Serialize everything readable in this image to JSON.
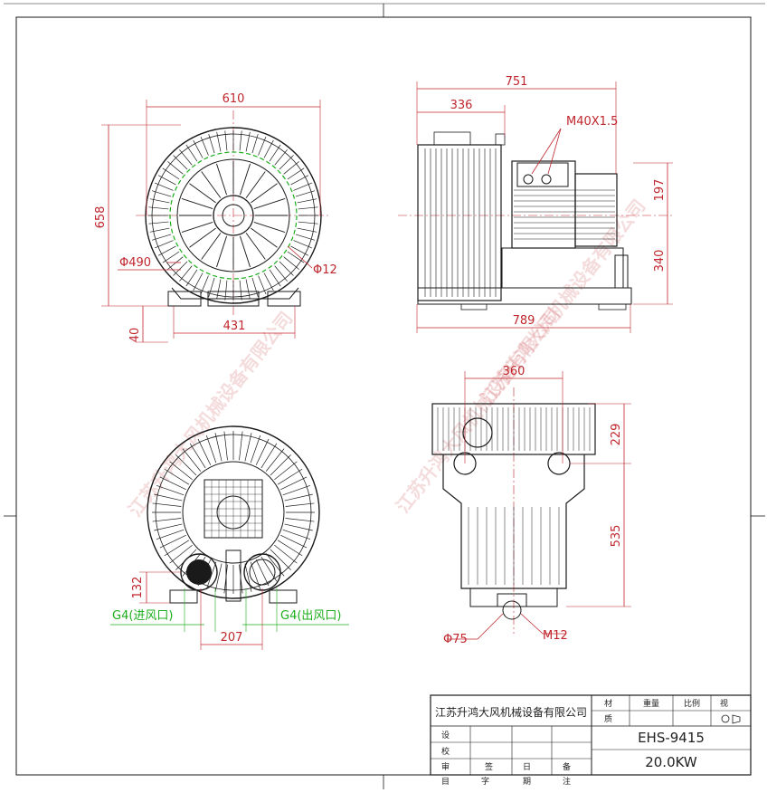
{
  "drawing": {
    "dims": {
      "front_width": "610",
      "front_height": "658",
      "front_diameter": "Φ490",
      "front_hole": "Φ12",
      "front_foot_height": "40",
      "front_base_width": "431",
      "side_total": "751",
      "side_partial": "336",
      "side_gland": "M40X1.5",
      "side_upper": "197",
      "side_lower": "340",
      "side_base": "789",
      "top_width": "360",
      "top_upper": "229",
      "top_height": "535",
      "top_diameter": "Φ75",
      "top_bolt": "M12",
      "rear_port_height": "132",
      "rear_port_spacing": "207"
    },
    "ports": {
      "inlet": "G4(进风口)",
      "outlet": "G4(出风口)"
    },
    "watermark": "江苏升鸿大风机械设备有限公司"
  },
  "title_block": {
    "company": "江苏升鸿大风机械设备有限公司",
    "col_material": "材",
    "col_weight": "重量",
    "col_scale": "比例",
    "col_view": "视",
    "row_material": "质",
    "view_icon": "view-symbol-icon",
    "model": "EHS-9415",
    "power": "20.0KW",
    "row_design": "设",
    "row_check": "校",
    "row_review": "审",
    "col_sign": "签",
    "col_item": "目",
    "col_char": "字",
    "col_date": "日",
    "col_period": "期",
    "col_prep": "备",
    "col_note": "注"
  },
  "colors": {
    "dimension": "#c0262d",
    "ports": "#1cae1c",
    "ink": "#1a1a1a"
  }
}
